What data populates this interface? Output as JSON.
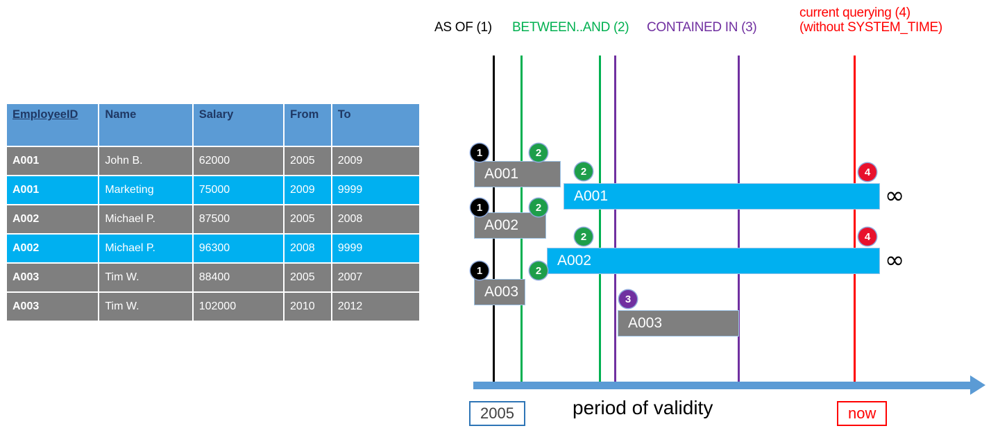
{
  "table": {
    "columns": [
      {
        "key": "employee_id",
        "label": "EmployeeID",
        "primary_key": true
      },
      {
        "key": "name",
        "label": "Name",
        "primary_key": false
      },
      {
        "key": "salary",
        "label": "Salary",
        "primary_key": false
      },
      {
        "key": "from",
        "label": "From",
        "primary_key": false
      },
      {
        "key": "to",
        "label": "To",
        "primary_key": false
      }
    ],
    "rows": [
      {
        "employee_id": "A001",
        "name": "John  B.",
        "salary": "62000",
        "from": "2005",
        "to": "2009",
        "style": "gray"
      },
      {
        "employee_id": "A001",
        "name": "Marketing",
        "salary": "75000",
        "from": "2009",
        "to": "9999",
        "style": "cyan"
      },
      {
        "employee_id": "A002",
        "name": "Michael P.",
        "salary": "87500",
        "from": "2005",
        "to": "2008",
        "style": "gray"
      },
      {
        "employee_id": "A002",
        "name": "Michael P.",
        "salary": "96300",
        "from": "2008",
        "to": "9999",
        "style": "cyan"
      },
      {
        "employee_id": "A003",
        "name": "Tim W.",
        "salary": "88400",
        "from": "2005",
        "to": "2007",
        "style": "gray"
      },
      {
        "employee_id": "A003",
        "name": "Tim W.",
        "salary": "102000",
        "from": "2010",
        "to": "2012",
        "style": "gray"
      }
    ],
    "colors": {
      "header_bg": "#5B9BD5",
      "header_text": "#1F3864",
      "row_gray": "#7F7F7F",
      "row_cyan": "#00B0F0",
      "row_text": "#FFFFFF"
    }
  },
  "legend": {
    "as_of": "AS OF (1)",
    "between_and": "BETWEEN..AND (2)",
    "contained_in": "CONTAINED IN (3)",
    "current_line1": "current querying (4)",
    "current_line2": "(without SYSTEM_TIME)",
    "colors": {
      "as_of": "#000000",
      "between_and": "#00B050",
      "contained_in": "#7030A0",
      "current": "#FF0000"
    }
  },
  "timeline": {
    "axis_label": "period of validity",
    "start_label": "2005",
    "now_label": "now",
    "infinity_symbol": "∞",
    "axis_color": "#5B9BD5",
    "bars": [
      {
        "id": "a001-old",
        "label": "A001",
        "style": "gray",
        "open_ended": false
      },
      {
        "id": "a001-cur",
        "label": "A001",
        "style": "cyan",
        "open_ended": true
      },
      {
        "id": "a002-old",
        "label": "A002",
        "style": "gray",
        "open_ended": false
      },
      {
        "id": "a002-cur",
        "label": "A002",
        "style": "cyan",
        "open_ended": true
      },
      {
        "id": "a003-old",
        "label": "A003",
        "style": "gray",
        "open_ended": false
      },
      {
        "id": "a003-new",
        "label": "A003",
        "style": "gray",
        "open_ended": false
      }
    ],
    "badges": [
      {
        "id": "1-a001",
        "number": "1",
        "variant": "black"
      },
      {
        "id": "2-a001",
        "number": "2",
        "variant": "green"
      },
      {
        "id": "2-a001b",
        "number": "2",
        "variant": "green"
      },
      {
        "id": "4-a001",
        "number": "4",
        "variant": "red"
      },
      {
        "id": "1-a002",
        "number": "1",
        "variant": "black"
      },
      {
        "id": "2-a002",
        "number": "2",
        "variant": "green"
      },
      {
        "id": "2-a002b",
        "number": "2",
        "variant": "green"
      },
      {
        "id": "4-a002",
        "number": "4",
        "variant": "red"
      },
      {
        "id": "1-a003",
        "number": "1",
        "variant": "black"
      },
      {
        "id": "2-a003",
        "number": "2",
        "variant": "green"
      },
      {
        "id": "3-a003",
        "number": "3",
        "variant": "purple"
      }
    ],
    "query_lines": [
      {
        "id": "asof",
        "color": "#000000"
      },
      {
        "id": "between-a",
        "color": "#00B050"
      },
      {
        "id": "between-b",
        "color": "#00B050"
      },
      {
        "id": "contain-a",
        "color": "#7030A0"
      },
      {
        "id": "contain-b",
        "color": "#7030A0"
      },
      {
        "id": "now",
        "color": "#FF0000"
      }
    ]
  }
}
